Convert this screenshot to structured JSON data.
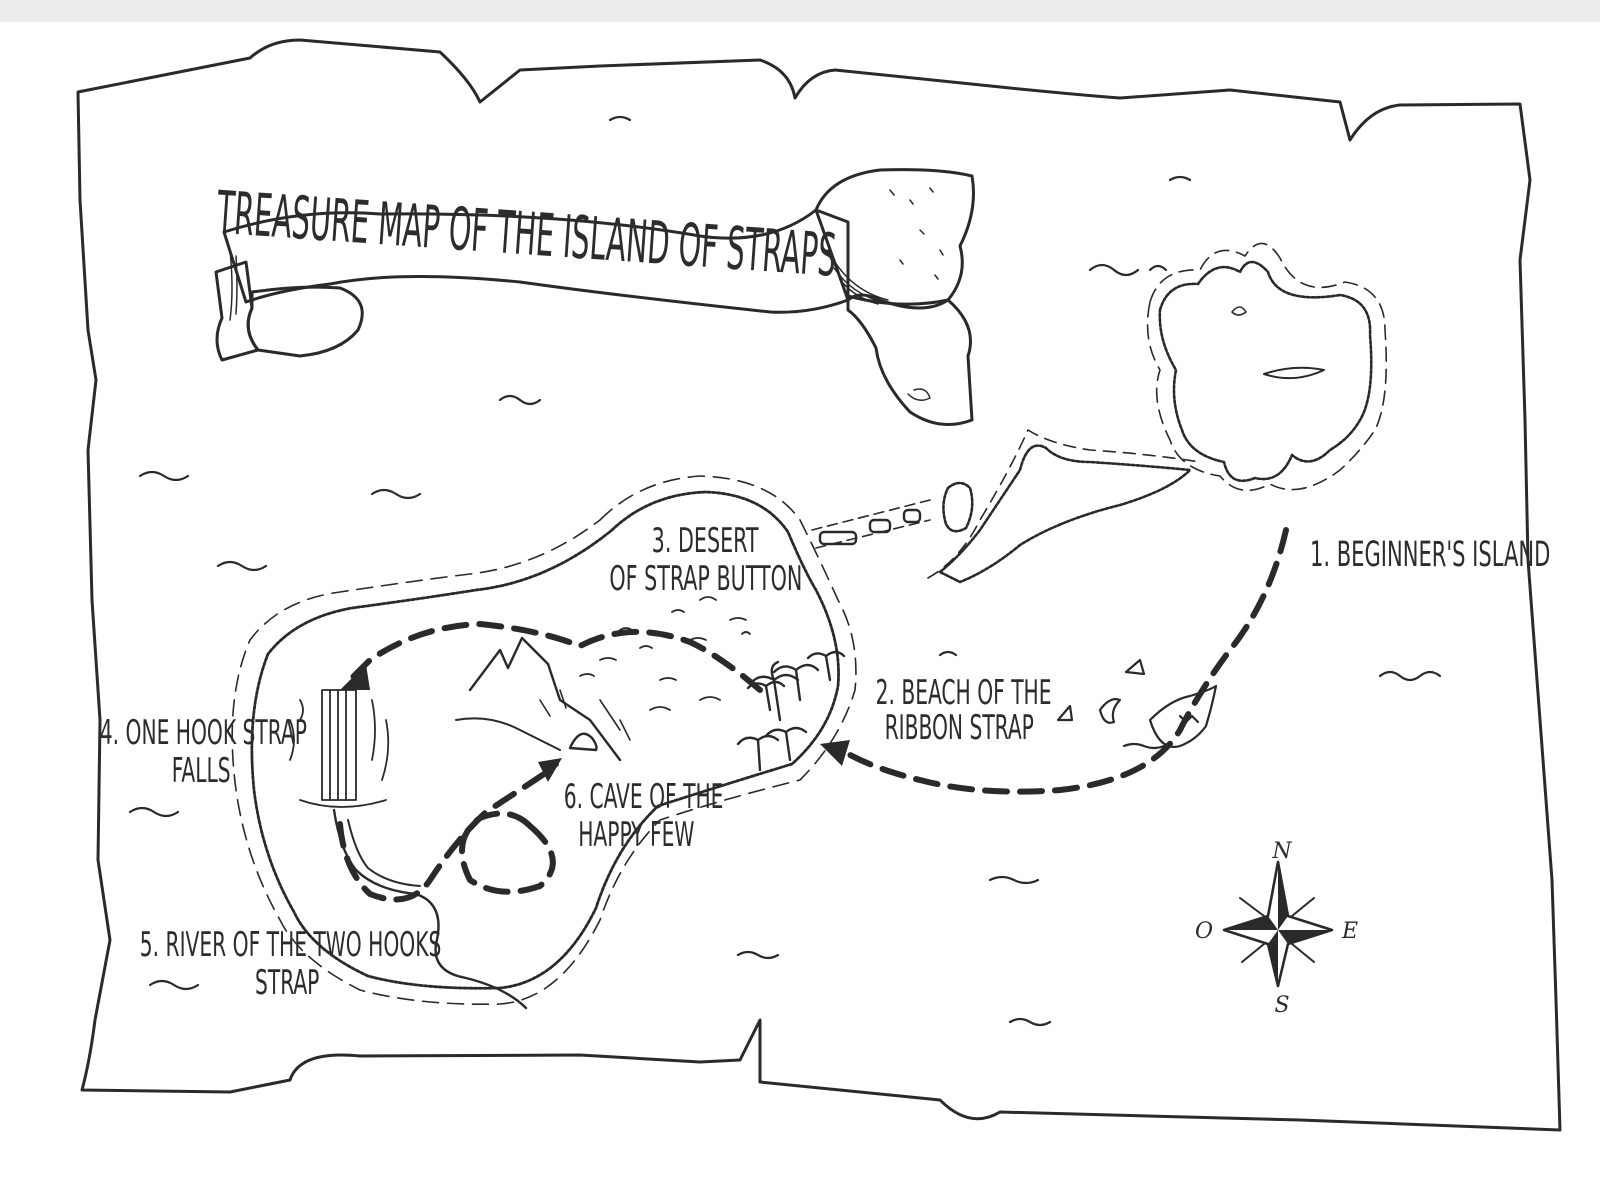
{
  "title": "TREASURE MAP OF THE ISLAND OF STRAPS",
  "locations": [
    {
      "id": "beginners-island",
      "label_lines": [
        "1. BEGINNER'S ISLAND"
      ]
    },
    {
      "id": "beach",
      "label_lines": [
        "2. BEACH OF THE",
        "RIBBON STRAP"
      ]
    },
    {
      "id": "desert",
      "label_lines": [
        "3. DESERT",
        "OF STRAP BUTTON"
      ]
    },
    {
      "id": "falls",
      "label_lines": [
        "4. ONE HOOK STRAP",
        "FALLS"
      ]
    },
    {
      "id": "river",
      "label_lines": [
        "5. RIVER OF THE TWO HOOKS",
        "STRAP"
      ]
    },
    {
      "id": "cave",
      "label_lines": [
        "6. CAVE OF THE",
        "HAPPY FEW"
      ]
    }
  ],
  "compass": {
    "north": "N",
    "south": "S",
    "east": "E",
    "west": "O"
  },
  "colors": {
    "ink": "#2a2a2a",
    "paper": "#ffffff",
    "background": "#ffffff"
  }
}
